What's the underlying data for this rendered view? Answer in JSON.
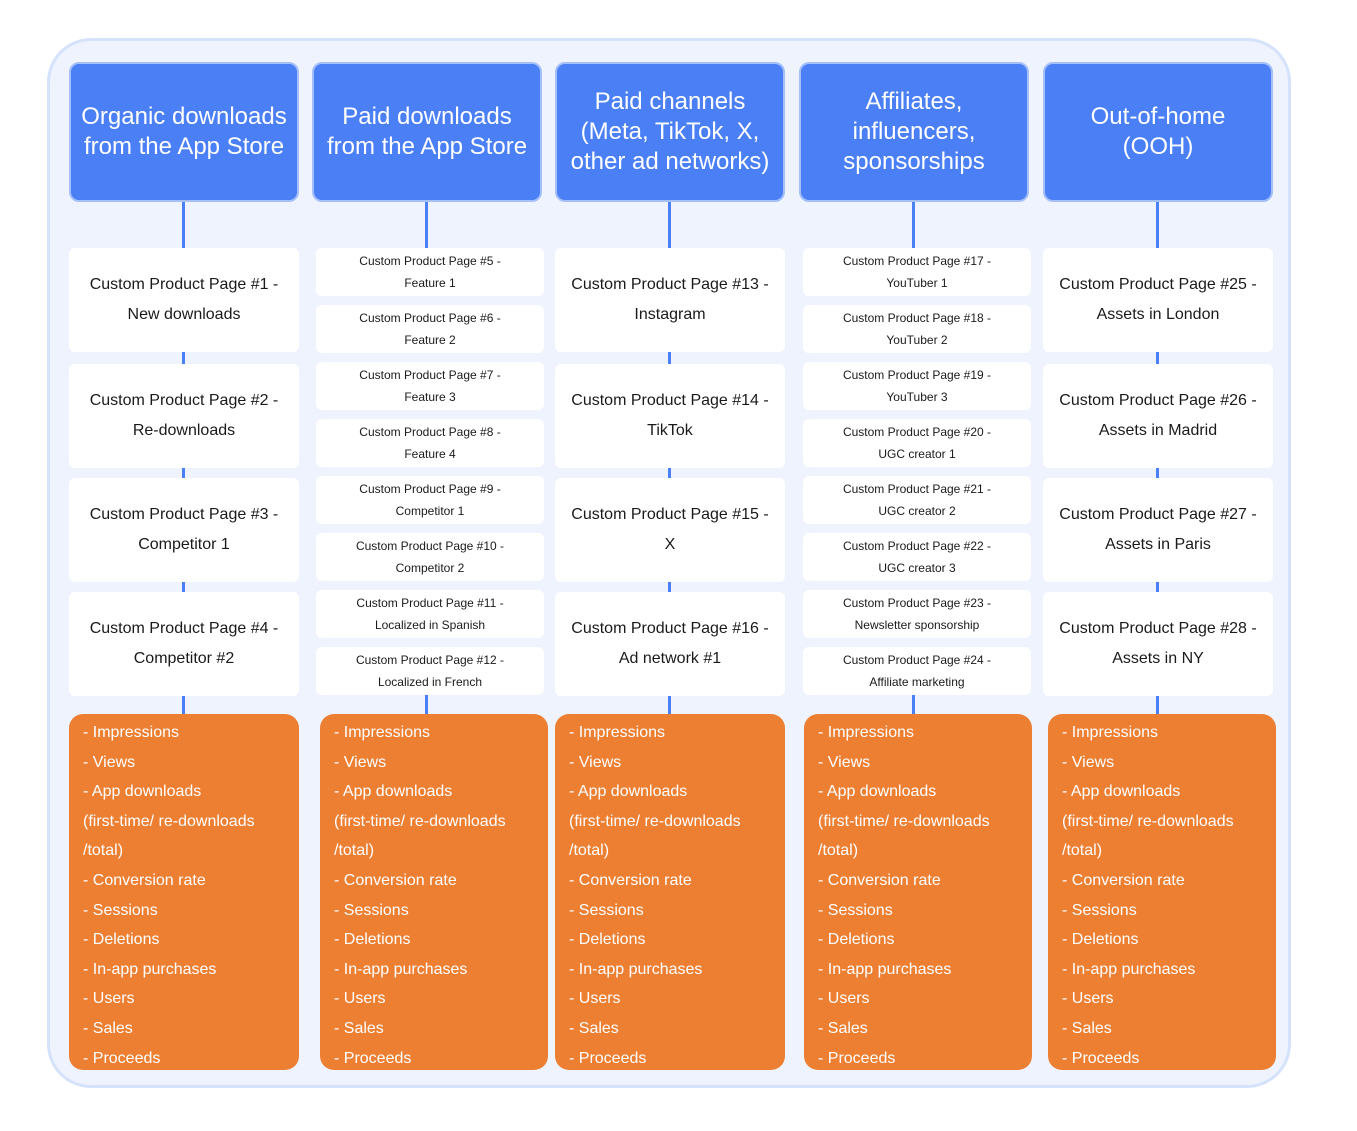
{
  "columns": [
    {
      "header": "Organic downloads from the App Store",
      "pages": [
        {
          "line1": "Custom Product Page #1 -",
          "line2": "New downloads"
        },
        {
          "line1": "Custom Product Page #2 -",
          "line2": "Re-downloads"
        },
        {
          "line1": "Custom Product Page #3 -",
          "line2": "Competitor 1"
        },
        {
          "line1": "Custom Product Page #4 -",
          "line2": "Competitor #2"
        }
      ]
    },
    {
      "header": "Paid downloads from the App Store",
      "pages": [
        {
          "line1": "Custom Product Page #5 -",
          "line2": "Feature 1"
        },
        {
          "line1": "Custom Product Page #6 -",
          "line2": "Feature 2"
        },
        {
          "line1": "Custom Product Page #7 -",
          "line2": "Feature 3"
        },
        {
          "line1": "Custom Product Page #8 -",
          "line2": "Feature 4"
        },
        {
          "line1": "Custom Product Page #9 -",
          "line2": "Competitor 1"
        },
        {
          "line1": "Custom Product Page #10 -",
          "line2": "Competitor 2"
        },
        {
          "line1": "Custom Product Page #11 -",
          "line2": "Localized in Spanish"
        },
        {
          "line1": "Custom Product Page #12 -",
          "line2": "Localized in French"
        }
      ]
    },
    {
      "header": "Paid channels (Meta, TikTok, X, other ad networks)",
      "pages": [
        {
          "line1": "Custom Product Page #13 -",
          "line2": "Instagram"
        },
        {
          "line1": "Custom Product Page #14 -",
          "line2": "TikTok"
        },
        {
          "line1": "Custom Product Page #15 -",
          "line2": "X"
        },
        {
          "line1": "Custom Product Page #16 -",
          "line2": "Ad network #1"
        }
      ]
    },
    {
      "header": "Affiliates, influencers, sponsorships",
      "pages": [
        {
          "line1": "Custom Product Page #17 -",
          "line2": "YouTuber 1"
        },
        {
          "line1": "Custom Product Page #18 -",
          "line2": "YouTuber 2"
        },
        {
          "line1": "Custom Product Page #19 -",
          "line2": "YouTuber 3"
        },
        {
          "line1": "Custom Product Page #20 -",
          "line2": "UGC creator 1"
        },
        {
          "line1": "Custom Product Page #21 -",
          "line2": "UGC creator 2"
        },
        {
          "line1": "Custom Product Page #22 -",
          "line2": "UGC creator 3"
        },
        {
          "line1": "Custom Product Page #23 -",
          "line2": "Newsletter sponsorship"
        },
        {
          "line1": "Custom Product Page #24 -",
          "line2": "Affiliate marketing"
        }
      ]
    },
    {
      "header": "Out-of-home (OOH)",
      "pages": [
        {
          "line1": "Custom Product Page #25 -",
          "line2": "Assets in London"
        },
        {
          "line1": "Custom Product Page #26 -",
          "line2": "Assets in Madrid"
        },
        {
          "line1": "Custom Product Page #27 -",
          "line2": "Assets in Paris"
        },
        {
          "line1": "Custom Product Page #28 -",
          "line2": "Assets in NY"
        }
      ]
    }
  ],
  "metrics": [
    "- Impressions",
    "- Views",
    "- App downloads",
    "(first-time/ re-downloads",
    "/total)",
    "- Conversion rate",
    "- Sessions",
    "- Deletions",
    "- In-app purchases",
    "- Users",
    "- Sales",
    "- Proceeds"
  ],
  "colors": {
    "header_blue": "#4a7ff6",
    "metrics_orange": "#ed7f33",
    "background": "#eef3fe"
  }
}
